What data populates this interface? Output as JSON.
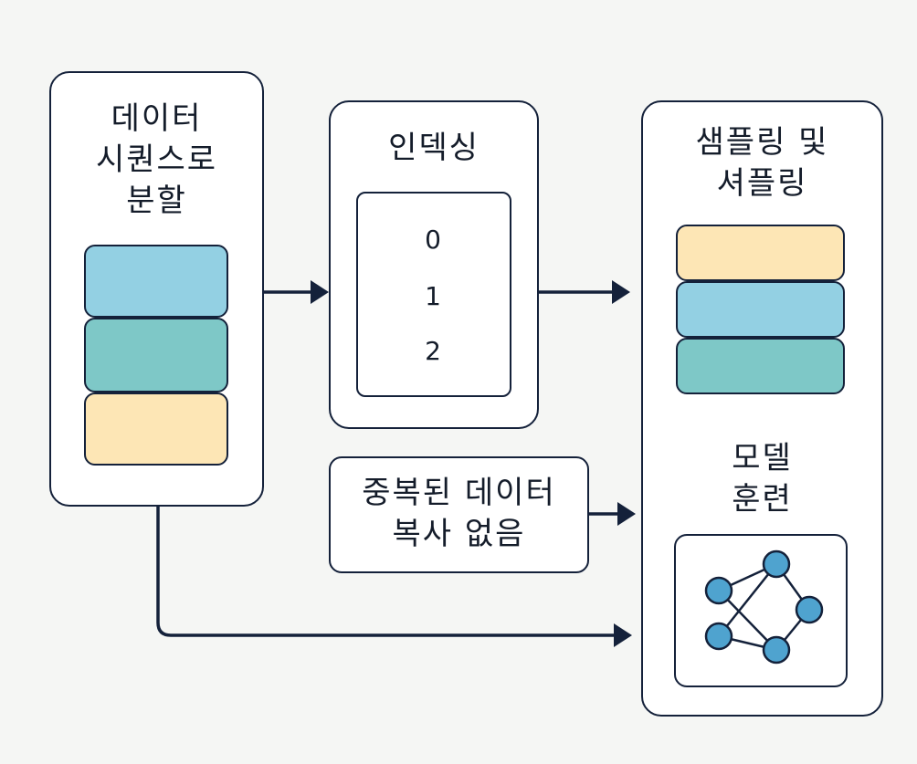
{
  "split": {
    "title": "데이터\n시퀀스로\n분할",
    "blocks": [
      "#93d0e3",
      "#7ec8c7",
      "#fde6b5"
    ]
  },
  "indexing": {
    "title": "인덱싱",
    "numbers": [
      "0",
      "1",
      "2"
    ]
  },
  "sampling": {
    "title": "샘플링 및\n셔플링",
    "blocks": [
      "#fde6b5",
      "#93d0e3",
      "#7ec8c7"
    ]
  },
  "training": {
    "title": "모델\n훈련",
    "graph_icon": "neural-network-icon"
  },
  "no_copy": {
    "title": "중복된 데이터\n복사 없음"
  },
  "colors": {
    "border": "#14213a",
    "node": "#4fa3cf",
    "background": "#f5f6f4"
  }
}
